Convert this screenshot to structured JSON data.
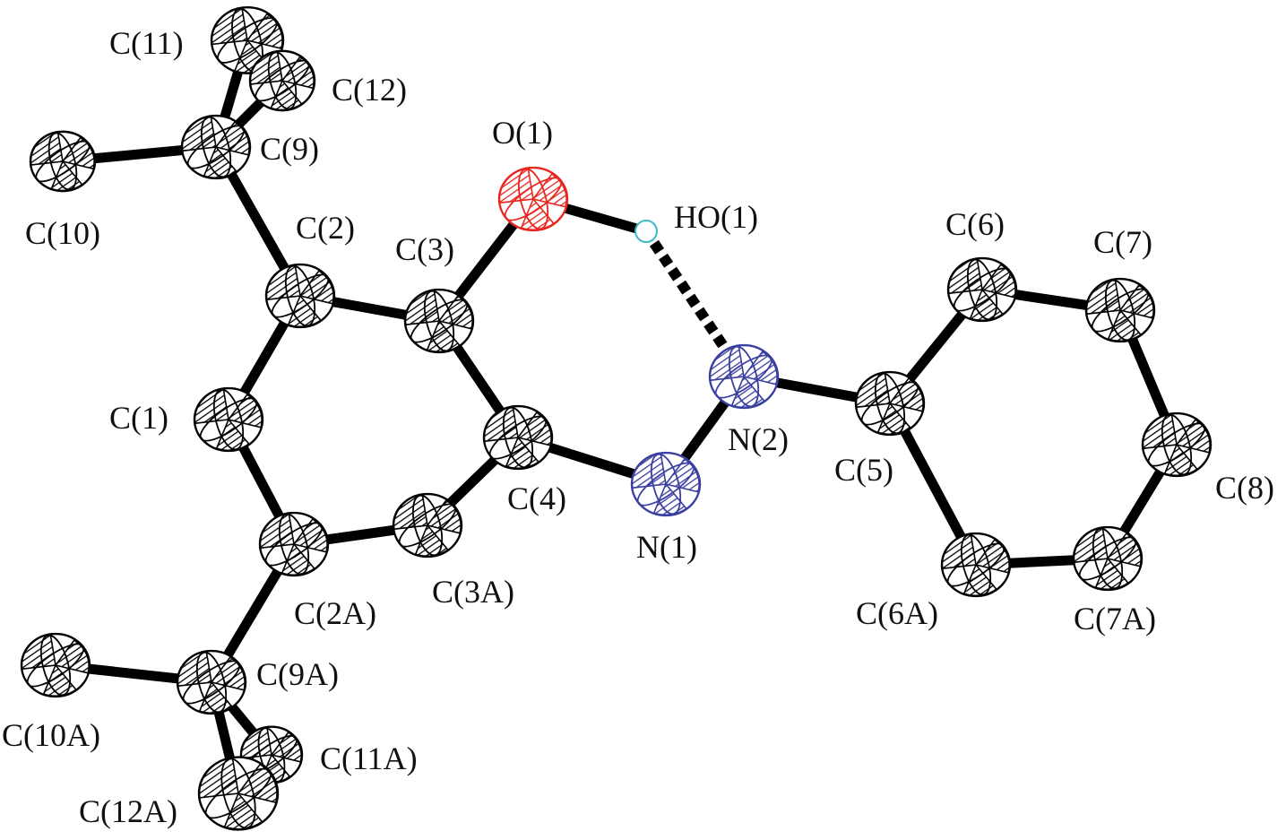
{
  "colors": {
    "carbon": "#000000",
    "oxygen": "#e8261e",
    "nitrogen": "#3a3fa0",
    "hydrogen": "#3fb8c8",
    "bond": "#000000"
  },
  "atoms": [
    {
      "id": "C1",
      "label": "C(1)",
      "element": "C"
    },
    {
      "id": "C2",
      "label": "C(2)",
      "element": "C"
    },
    {
      "id": "C3",
      "label": "C(3)",
      "element": "C"
    },
    {
      "id": "C4",
      "label": "C(4)",
      "element": "C"
    },
    {
      "id": "C3A",
      "label": "C(3A)",
      "element": "C"
    },
    {
      "id": "C2A",
      "label": "C(2A)",
      "element": "C"
    },
    {
      "id": "O1",
      "label": "O(1)",
      "element": "O"
    },
    {
      "id": "HO1",
      "label": "HO(1)",
      "element": "H"
    },
    {
      "id": "N1",
      "label": "N(1)",
      "element": "N"
    },
    {
      "id": "N2",
      "label": "N(2)",
      "element": "N"
    },
    {
      "id": "C5",
      "label": "C(5)",
      "element": "C"
    },
    {
      "id": "C6",
      "label": "C(6)",
      "element": "C"
    },
    {
      "id": "C7",
      "label": "C(7)",
      "element": "C"
    },
    {
      "id": "C8",
      "label": "C(8)",
      "element": "C"
    },
    {
      "id": "C7A",
      "label": "C(7A)",
      "element": "C"
    },
    {
      "id": "C6A",
      "label": "C(6A)",
      "element": "C"
    },
    {
      "id": "C9",
      "label": "C(9)",
      "element": "C"
    },
    {
      "id": "C10",
      "label": "C(10)",
      "element": "C"
    },
    {
      "id": "C11",
      "label": "C(11)",
      "element": "C"
    },
    {
      "id": "C12",
      "label": "C(12)",
      "element": "C"
    },
    {
      "id": "C9A",
      "label": "C(9A)",
      "element": "C"
    },
    {
      "id": "C10A",
      "label": "C(10A)",
      "element": "C"
    },
    {
      "id": "C11A",
      "label": "C(11A)",
      "element": "C"
    },
    {
      "id": "C12A",
      "label": "C(12A)",
      "element": "C"
    }
  ],
  "bonds": [
    [
      "C1",
      "C2"
    ],
    [
      "C2",
      "C3"
    ],
    [
      "C3",
      "C4"
    ],
    [
      "C4",
      "C3A"
    ],
    [
      "C3A",
      "C2A"
    ],
    [
      "C2A",
      "C1"
    ],
    [
      "C3",
      "O1"
    ],
    [
      "O1",
      "HO1"
    ],
    [
      "C4",
      "N1"
    ],
    [
      "N1",
      "N2"
    ],
    [
      "N2",
      "C5"
    ],
    [
      "C5",
      "C6"
    ],
    [
      "C6",
      "C7"
    ],
    [
      "C7",
      "C8"
    ],
    [
      "C8",
      "C7A"
    ],
    [
      "C7A",
      "C6A"
    ],
    [
      "C6A",
      "C5"
    ],
    [
      "C2",
      "C9"
    ],
    [
      "C9",
      "C10"
    ],
    [
      "C9",
      "C11"
    ],
    [
      "C9",
      "C12"
    ],
    [
      "C2A",
      "C9A"
    ],
    [
      "C9A",
      "C10A"
    ],
    [
      "C9A",
      "C11A"
    ],
    [
      "C9A",
      "C12A"
    ]
  ],
  "hydrogen_bonds": [
    [
      "HO1",
      "N2"
    ]
  ]
}
